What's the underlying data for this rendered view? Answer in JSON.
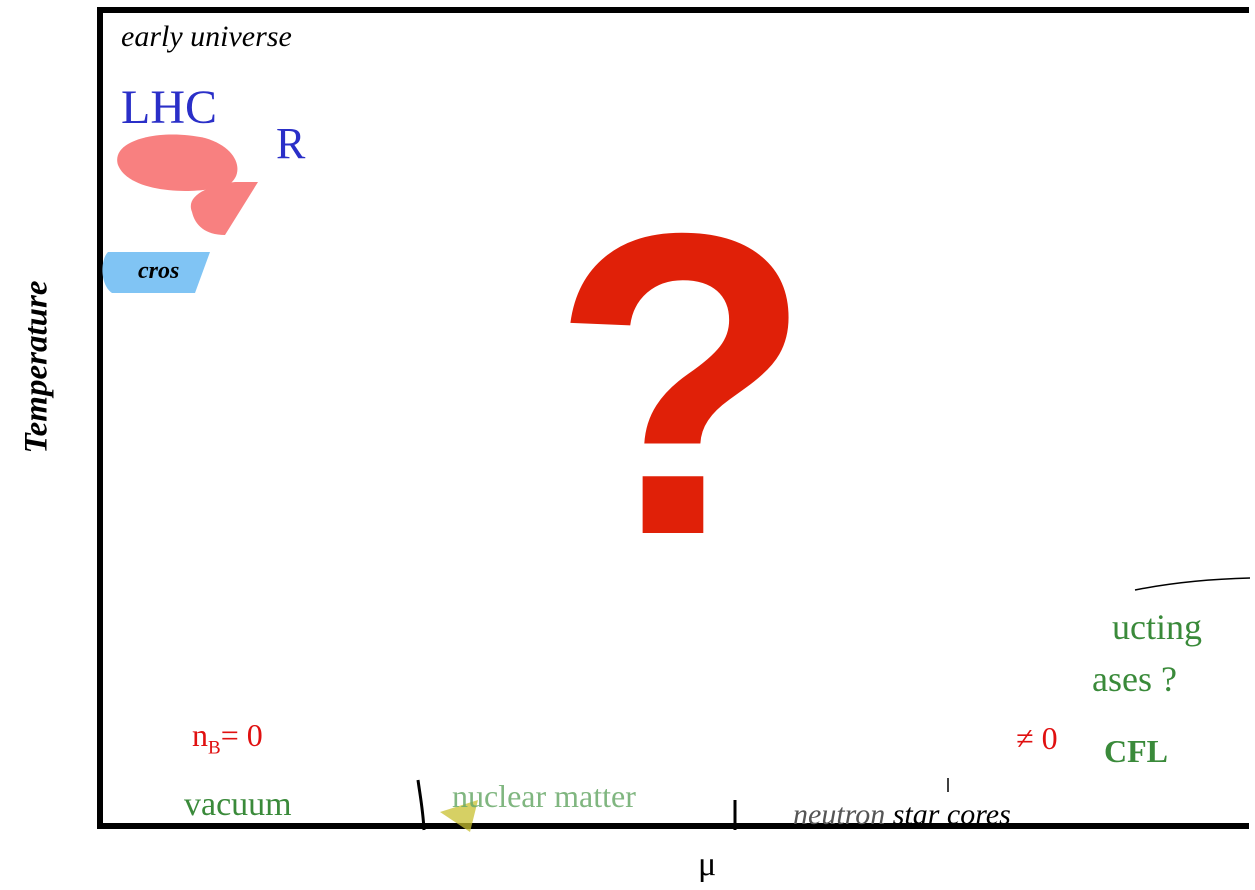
{
  "axes": {
    "y_label": "Temperature",
    "x_label": "μ"
  },
  "labels": {
    "early_universe": "early universe",
    "lhc": "LHC",
    "lhc_partial": "R",
    "crossover_partial": "cros",
    "nb_zero_left_prefix": "n",
    "nb_zero_left_sub": "B",
    "nb_zero_left_suffix": "= 0",
    "nb_nonzero_right": "≠ 0",
    "vacuum": "vacuum",
    "nuclear_matter": "nuclear matter",
    "neutron": "neutron",
    "star_cores": "star cores",
    "superconducting_partial_1": "ucting",
    "superconducting_partial_2": "ases ?",
    "cfl": "CFL",
    "question_mark": "?"
  },
  "colors": {
    "question_mark": "#e02008",
    "collision_blobs": "#f88080",
    "crossover_band": "#80c4f4",
    "phase_labels": "#3a8a3a",
    "density_labels": "#e01010",
    "lhc_label": "#2a2fc8"
  }
}
